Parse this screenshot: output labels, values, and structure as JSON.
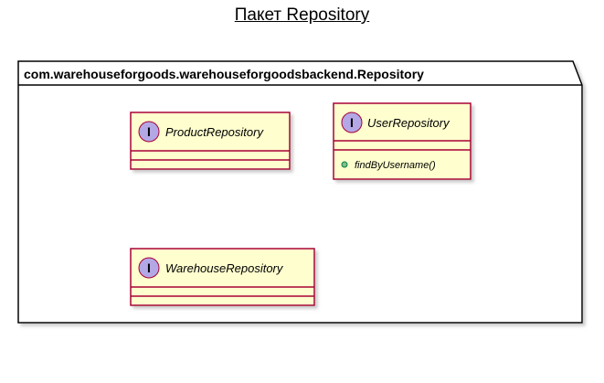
{
  "diagram": {
    "title": "Пакет Repository",
    "package": {
      "name": "com.warehouseforgoods.warehouseforgoodsbackend.Repository"
    },
    "interfaces": [
      {
        "name": "ProductRepository",
        "stereotype_letter": "I",
        "methods": []
      },
      {
        "name": "UserRepository",
        "stereotype_letter": "I",
        "methods": [
          "findByUsername()"
        ]
      },
      {
        "name": "WarehouseRepository",
        "stereotype_letter": "I",
        "methods": []
      }
    ],
    "colors": {
      "class_fill": "#FEFECE",
      "class_border": "#A80036",
      "stereotype_circle": "#B4A7E5",
      "method_public_dot": "#84BE84",
      "package_border": "#000000"
    }
  }
}
